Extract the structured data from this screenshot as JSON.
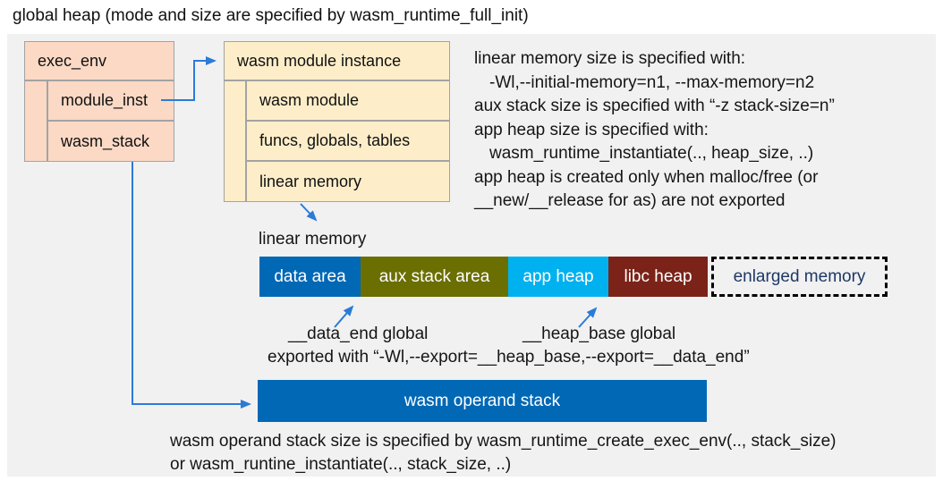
{
  "title": "global heap (mode and size are specified by wasm_runtime_full_init)",
  "exec_env": {
    "title": "exec_env",
    "module_inst": "module_inst",
    "wasm_stack": "wasm_stack"
  },
  "module_instance": {
    "title": "wasm module instance",
    "wasm_module": "wasm module",
    "funcs_globals_tables": "funcs, globals, tables",
    "linear_memory_row": "linear memory"
  },
  "notes_top": {
    "lines": [
      "linear memory size is specified with:",
      "-Wl,--initial-memory=n1, --max-memory=n2",
      "aux stack size is specified with “-z stack-size=n”",
      "app heap size is specified with:",
      "wasm_runtime_instantiate(.., heap_size, ..)",
      "app heap is created only when malloc/free (or",
      "__new/__release for as) are not exported"
    ]
  },
  "linear_memory": {
    "caption": "linear memory",
    "segments": [
      {
        "label": "data area",
        "color": "#0068b5"
      },
      {
        "label": "aux stack area",
        "color": "#6b6e00"
      },
      {
        "label": "app heap",
        "color": "#00b1ef"
      },
      {
        "label": "libc heap",
        "color": "#7b2318"
      },
      {
        "label": "enlarged memory",
        "color": "transparent",
        "border": "dashed-black",
        "text_color": "#1f3864"
      }
    ],
    "data_end_label": "__data_end global",
    "heap_base_label": "__heap_base global",
    "exported_line": "exported with “-Wl,--export=__heap_base,--export=__data_end”"
  },
  "operand_stack": {
    "label": "wasm operand stack"
  },
  "footer": {
    "lines": [
      "wasm operand stack size is specified by wasm_runtime_create_exec_env(.., stack_size)",
      "or wasm_runtine_instantiate(.., stack_size, ..)"
    ]
  },
  "colors": {
    "panel_bg": "#f1f1f2",
    "exec_env_fill": "#fbd9c5",
    "module_instance_fill": "#fdeec9",
    "box_border": "#a3a3a3",
    "arrow_blue": "#2b7bd7",
    "data_area": "#0068b5",
    "aux_stack_area": "#6b6e00",
    "app_heap": "#00b1ef",
    "libc_heap": "#7b2318",
    "operand_stack": "#0068b5",
    "enlarged_memory_text": "#1f3864"
  }
}
